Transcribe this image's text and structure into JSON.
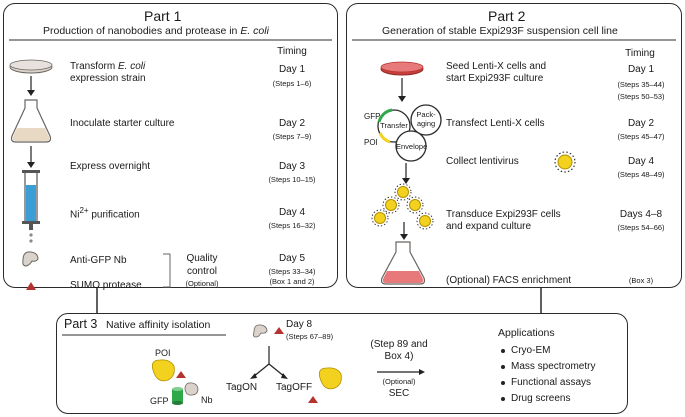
{
  "part1": {
    "title": "Part 1",
    "subtitle_prefix": "Production of nanobodies and protease in ",
    "subtitle_org": "E. coli",
    "timing_header": "Timing",
    "steps": [
      {
        "label_pre": "Transform ",
        "label_em": "E. coli",
        "label_line2": "expression strain",
        "day": "Day 1",
        "steps": "(Steps 1–6)"
      },
      {
        "label": "Inoculate starter culture",
        "day": "Day 2",
        "steps": "(Steps 7–9)"
      },
      {
        "label": "Express overnight",
        "day": "Day 3",
        "steps": "(Steps 10–15)"
      },
      {
        "label_pre": "Ni",
        "label_sup": "2+",
        "label_post": " purification",
        "day": "Day 4",
        "steps": "(Steps 16–32)"
      }
    ],
    "qc": {
      "item1": "Anti-GFP Nb",
      "item2": "SUMO protease",
      "label1": "Quality",
      "label2": "control",
      "label3": "(Optional)",
      "day": "Day 5",
      "steps1": "(Steps 33–34)",
      "steps2": "(Box 1 and 2)"
    }
  },
  "part2": {
    "title": "Part 2",
    "subtitle": "Generation of stable Expi293F suspension cell line",
    "timing_header": "Timing",
    "step1": {
      "line1": "Seed Lenti-X cells and",
      "line2": "start Expi293F culture",
      "day": "Day 1",
      "steps1": "(Steps 35–44)",
      "steps2": "(Steps 50–53)"
    },
    "step2": {
      "label": "Transfect Lenti-X cells",
      "day": "Day 2",
      "steps": "(Steps 45–47)"
    },
    "step3": {
      "label": "Collect lentivirus",
      "day": "Day 4",
      "steps": "(Steps 48–49)"
    },
    "step4": {
      "line1": "Transduce Expi293F cells",
      "line2": "and expand culture",
      "day": "Days 4–8",
      "steps": "(Steps 54–66)"
    },
    "step5": {
      "label": "(Optional) FACS enrichment",
      "steps": "(Box 3)"
    },
    "plasmid": {
      "gfp": "GFP",
      "poi": "POI",
      "transfer": "Transfer",
      "pack1": "Pack-",
      "pack2": "aging",
      "envelope": "Envelope"
    }
  },
  "part3": {
    "title": "Part 3",
    "subtitle": "Native affinity isolation",
    "day": "Day 8",
    "steps": "(Steps 67–89)",
    "poi": "POI",
    "gfp": "GFP",
    "nb": "Nb",
    "tagon": "TagON",
    "tagoff": "TagOFF",
    "sec1": "(Step 89 and",
    "sec2": "Box 4)",
    "sec3": "(Optional)",
    "sec4": "SEC",
    "apps_title": "Applications",
    "apps": [
      "Cryo-EM",
      "Mass spectrometry",
      "Functional assays",
      "Drug screens"
    ]
  },
  "colors": {
    "border": "#2b2b2b",
    "yellow": "#f3d21f",
    "red": "#b5332e",
    "pink": "#e8797a",
    "green": "#2fa84a",
    "blue": "#3b9ed6",
    "grey_tan": "#d9d3cc"
  }
}
